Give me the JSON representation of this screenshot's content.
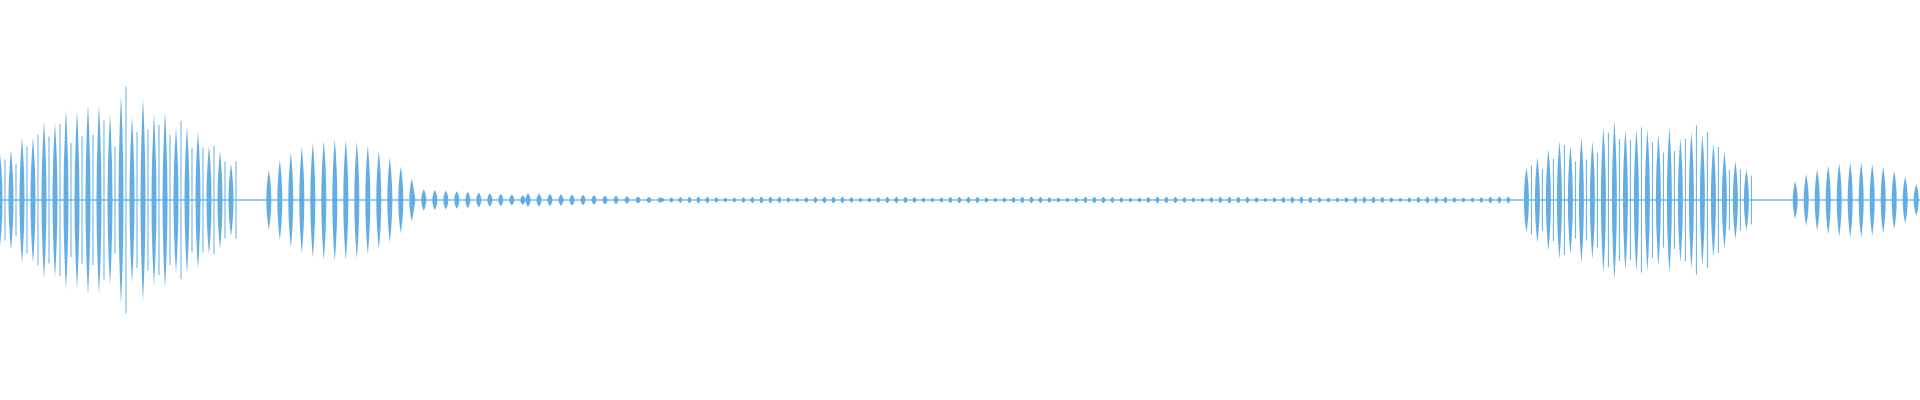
{
  "waveform": {
    "color": "#62ade4",
    "background": "#ffffff",
    "segments": [
      {
        "start": 0.0,
        "end": 0.125,
        "amp": 0.88,
        "shape": "bell",
        "jitter": true
      },
      {
        "start": 0.14,
        "end": 0.215,
        "amp": 0.53,
        "shape": "bell",
        "jitter": false
      },
      {
        "start": 0.215,
        "end": 0.275,
        "amp": 0.1,
        "shape": "taper",
        "jitter": false
      },
      {
        "start": 0.275,
        "end": 0.345,
        "amp": 0.06,
        "shape": "taper",
        "jitter": false
      },
      {
        "start": 0.345,
        "end": 0.79,
        "amp": 0.03,
        "shape": "ripple",
        "jitter": false
      },
      {
        "start": 0.795,
        "end": 0.915,
        "amp": 0.68,
        "shape": "bell",
        "jitter": true
      },
      {
        "start": 0.935,
        "end": 1.0,
        "amp": 0.33,
        "shape": "bell",
        "jitter": false
      }
    ]
  }
}
